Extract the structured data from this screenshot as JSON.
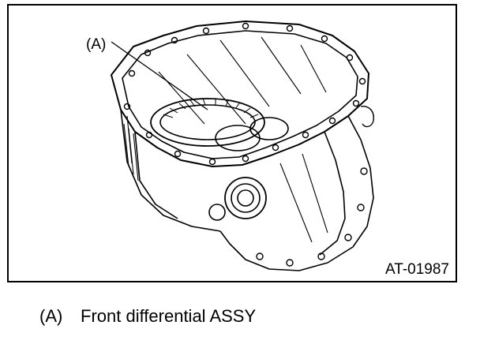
{
  "figure": {
    "callout_label": "(A)",
    "figure_code": "AT-01987"
  },
  "legend": {
    "key": "(A)",
    "text": "Front differential ASSY"
  },
  "colors": {
    "line": "#000000",
    "background": "#ffffff"
  }
}
